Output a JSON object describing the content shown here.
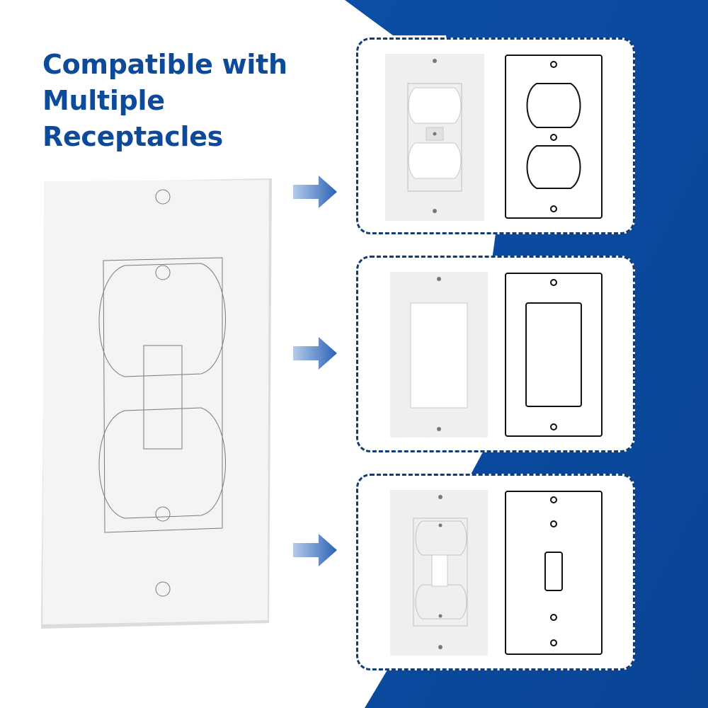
{
  "headline": {
    "lines": [
      "Compatible with",
      "Multiple",
      "Receptacles"
    ]
  },
  "colors": {
    "brand_blue": "#0d4a9a",
    "background_blue": "#0a4ea8",
    "panel_border": "#123c74",
    "arrow_light": "#a7c0e6",
    "arrow_dark": "#2e65b8",
    "gasket_white": "#f3f3f3"
  },
  "panels": [
    {
      "type": "duplex"
    },
    {
      "type": "decora"
    },
    {
      "type": "toggle"
    }
  ]
}
